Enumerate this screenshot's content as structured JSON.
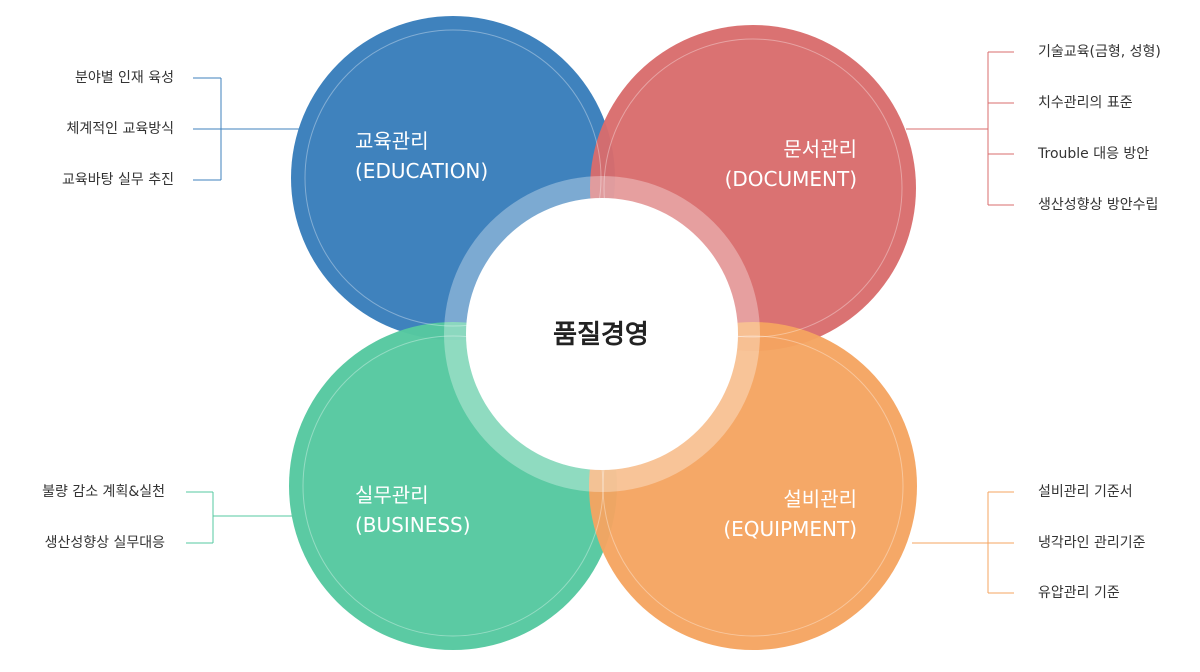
{
  "center": {
    "title": "품질경영"
  },
  "quadrants": {
    "education": {
      "title_line1": "교육관리",
      "title_line2": "(EDUCATION)",
      "color": "#3f82bd",
      "items": [
        "분야별 인재 육성",
        "체계적인 교육방식",
        "교육바탕 실무 추진"
      ]
    },
    "document": {
      "title_line1": "문서관리",
      "title_line2": "(DOCUMENT)",
      "color": "#d96c6c",
      "items": [
        "기술교육(금형, 성형)",
        "치수관리의 표준",
        "Trouble 대응 방안",
        "생산성향상 방안수립"
      ]
    },
    "business": {
      "title_line1": "실무관리",
      "title_line2": "(BUSINESS)",
      "color": "#56c8a0",
      "items": [
        "불량 감소 계획&실천",
        "생산성향상 실무대응"
      ]
    },
    "equipment": {
      "title_line1": "설비관리",
      "title_line2": "(EQUIPMENT)",
      "color": "#f5a461",
      "items": [
        "설비관리 기준서",
        "냉각라인 관리기준",
        "유압관리 기준"
      ]
    }
  }
}
